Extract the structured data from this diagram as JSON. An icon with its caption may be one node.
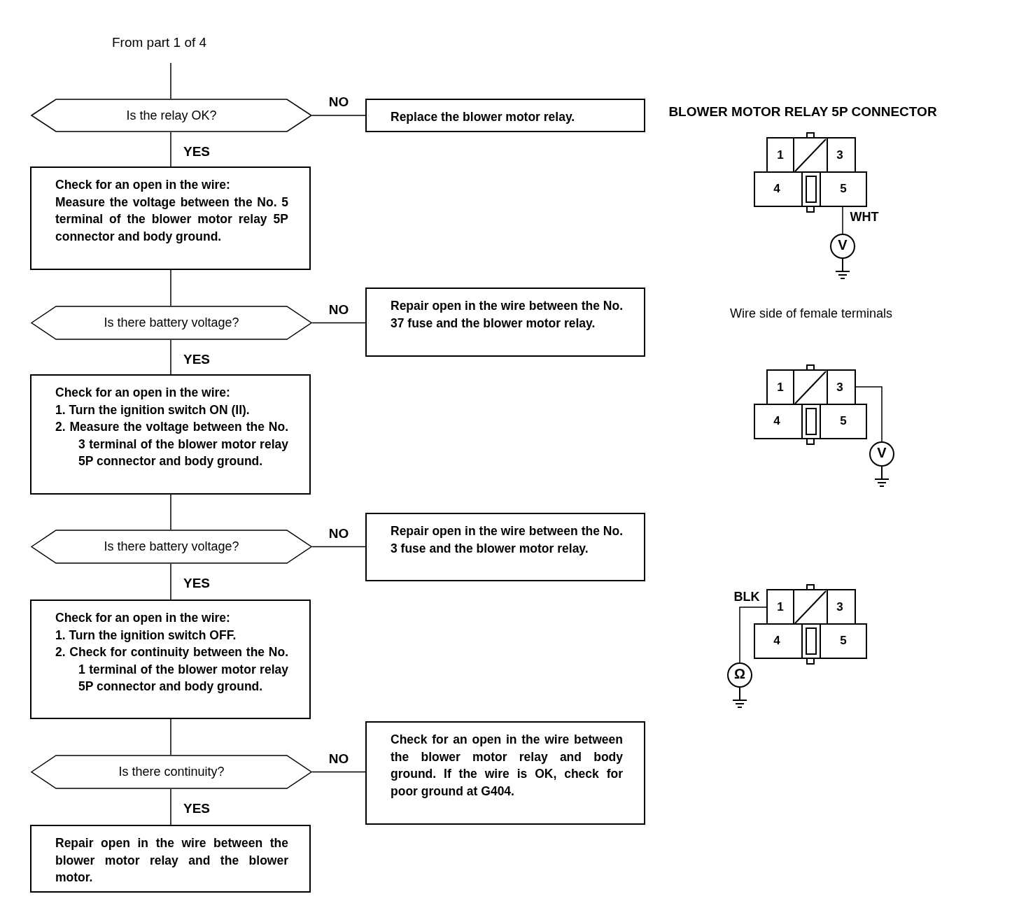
{
  "diagram": {
    "nodes": [
      {
        "text": [
          "From part 1 of 4"
        ]
      },
      {
        "text": [
          "Is the relay OK?"
        ]
      },
      {
        "text": [
          "Replace the blower motor relay."
        ]
      },
      {
        "text": [
          "Check for an open in the wire:",
          "Measure the voltage between the No. 5 terminal of the blower motor relay 5P connector and body ground."
        ]
      },
      {
        "text": [
          "Is there battery voltage?"
        ]
      },
      {
        "text": [
          "Repair open in the wire between the No. 37 fuse and the blower motor relay."
        ]
      },
      {
        "text": [
          "Check for an open in the wire:",
          "1. Turn the ignition switch ON (II).",
          "2. Measure the voltage between the No. 3 terminal of the blower motor relay 5P connector and body ground."
        ]
      },
      {
        "text": [
          "Is there battery voltage?"
        ]
      },
      {
        "text": [
          "Repair open in the wire between the No. 3 fuse and the blower motor relay."
        ]
      },
      {
        "text": [
          "Check for an open in the wire:",
          "1. Turn the ignition switch OFF.",
          "2. Check for continuity between the No. 1 terminal of the blower motor relay 5P connector and body ground."
        ]
      },
      {
        "text": [
          "Is there continuity?"
        ]
      },
      {
        "text": [
          "Check for an open in the wire between the blower motor relay and body ground. If the wire is OK, check for poor ground at G404."
        ]
      },
      {
        "text": [
          "Repair open in the wire between the blower motor relay and the blower motor."
        ]
      }
    ],
    "edges": [
      {
        "from": 0,
        "to": 1,
        "arrow": "none"
      },
      {
        "from": 1,
        "to": 2,
        "arrow": "none",
        "label": "NO"
      },
      {
        "from": 1,
        "to": 3,
        "arrow": "none",
        "label": "YES"
      },
      {
        "from": 3,
        "to": 4,
        "arrow": "none"
      },
      {
        "from": 4,
        "to": 5,
        "arrow": "none",
        "label": "NO"
      },
      {
        "from": 4,
        "to": 6,
        "arrow": "none",
        "label": "YES"
      },
      {
        "from": 6,
        "to": 7,
        "arrow": "none"
      },
      {
        "from": 7,
        "to": 8,
        "arrow": "none",
        "label": "NO"
      },
      {
        "from": 7,
        "to": 9,
        "arrow": "none",
        "label": "YES"
      },
      {
        "from": 9,
        "to": 10,
        "arrow": "none"
      },
      {
        "from": 10,
        "to": 11,
        "arrow": "none",
        "label": "NO"
      },
      {
        "from": 10,
        "to": 12,
        "arrow": "none",
        "label": "YES"
      }
    ],
    "labels": [
      "BLOWER MOTOR RELAY 5P CONNECTOR",
      "1",
      "3",
      "4",
      "5",
      "WHT",
      "V",
      "Wire side of female terminals",
      "1",
      "3",
      "4",
      "5",
      "V",
      "BLK",
      "1",
      "3",
      "4",
      "5",
      "Ω"
    ]
  }
}
